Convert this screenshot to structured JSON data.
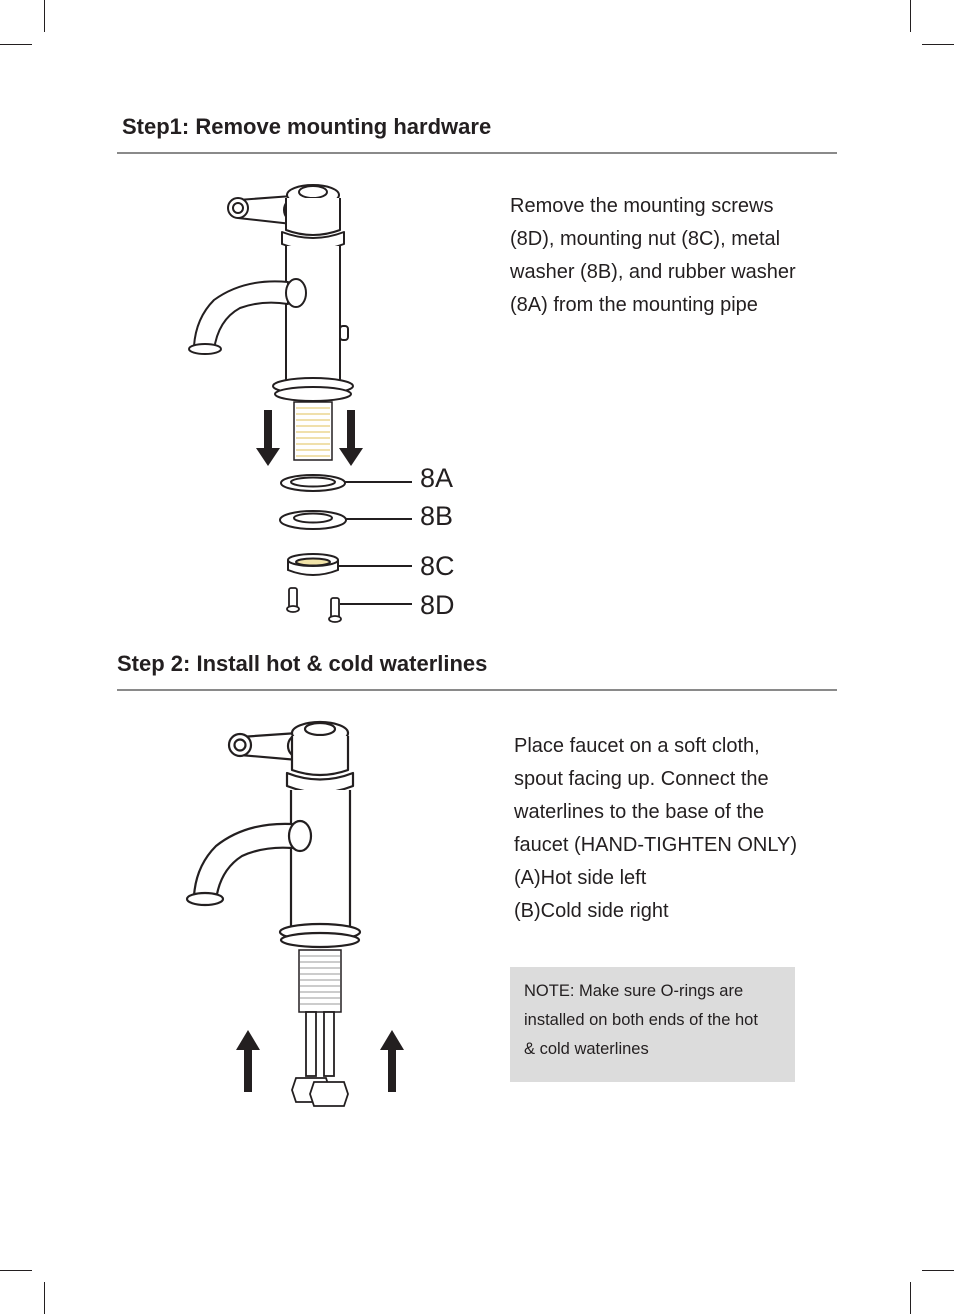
{
  "step1": {
    "heading": "Step1: Remove mounting hardware",
    "instructions": [
      "Remove the mounting screws",
      "(8D), mounting nut (8C), metal",
      "washer (8B), and rubber washer",
      "(8A) from the mounting pipe"
    ],
    "callouts": {
      "a": "8A",
      "b": "8B",
      "c": "8C",
      "d": "8D"
    }
  },
  "step2": {
    "heading": "Step 2: Install hot & cold waterlines",
    "instructions": [
      "Place faucet on a soft cloth,",
      "spout facing up. Connect the",
      "waterlines to the base of the",
      "faucet (HAND-TIGHTEN ONLY)",
      "(A)Hot side left",
      "(B)Cold side right"
    ],
    "note": [
      "NOTE: Make sure O-rings are",
      "installed on both ends of the hot",
      "& cold waterlines"
    ]
  },
  "icons": {
    "step1_faucet": "faucet-exploded-illustration",
    "step2_faucet": "faucet-waterlines-illustration",
    "arrows": "arrow-icon"
  }
}
